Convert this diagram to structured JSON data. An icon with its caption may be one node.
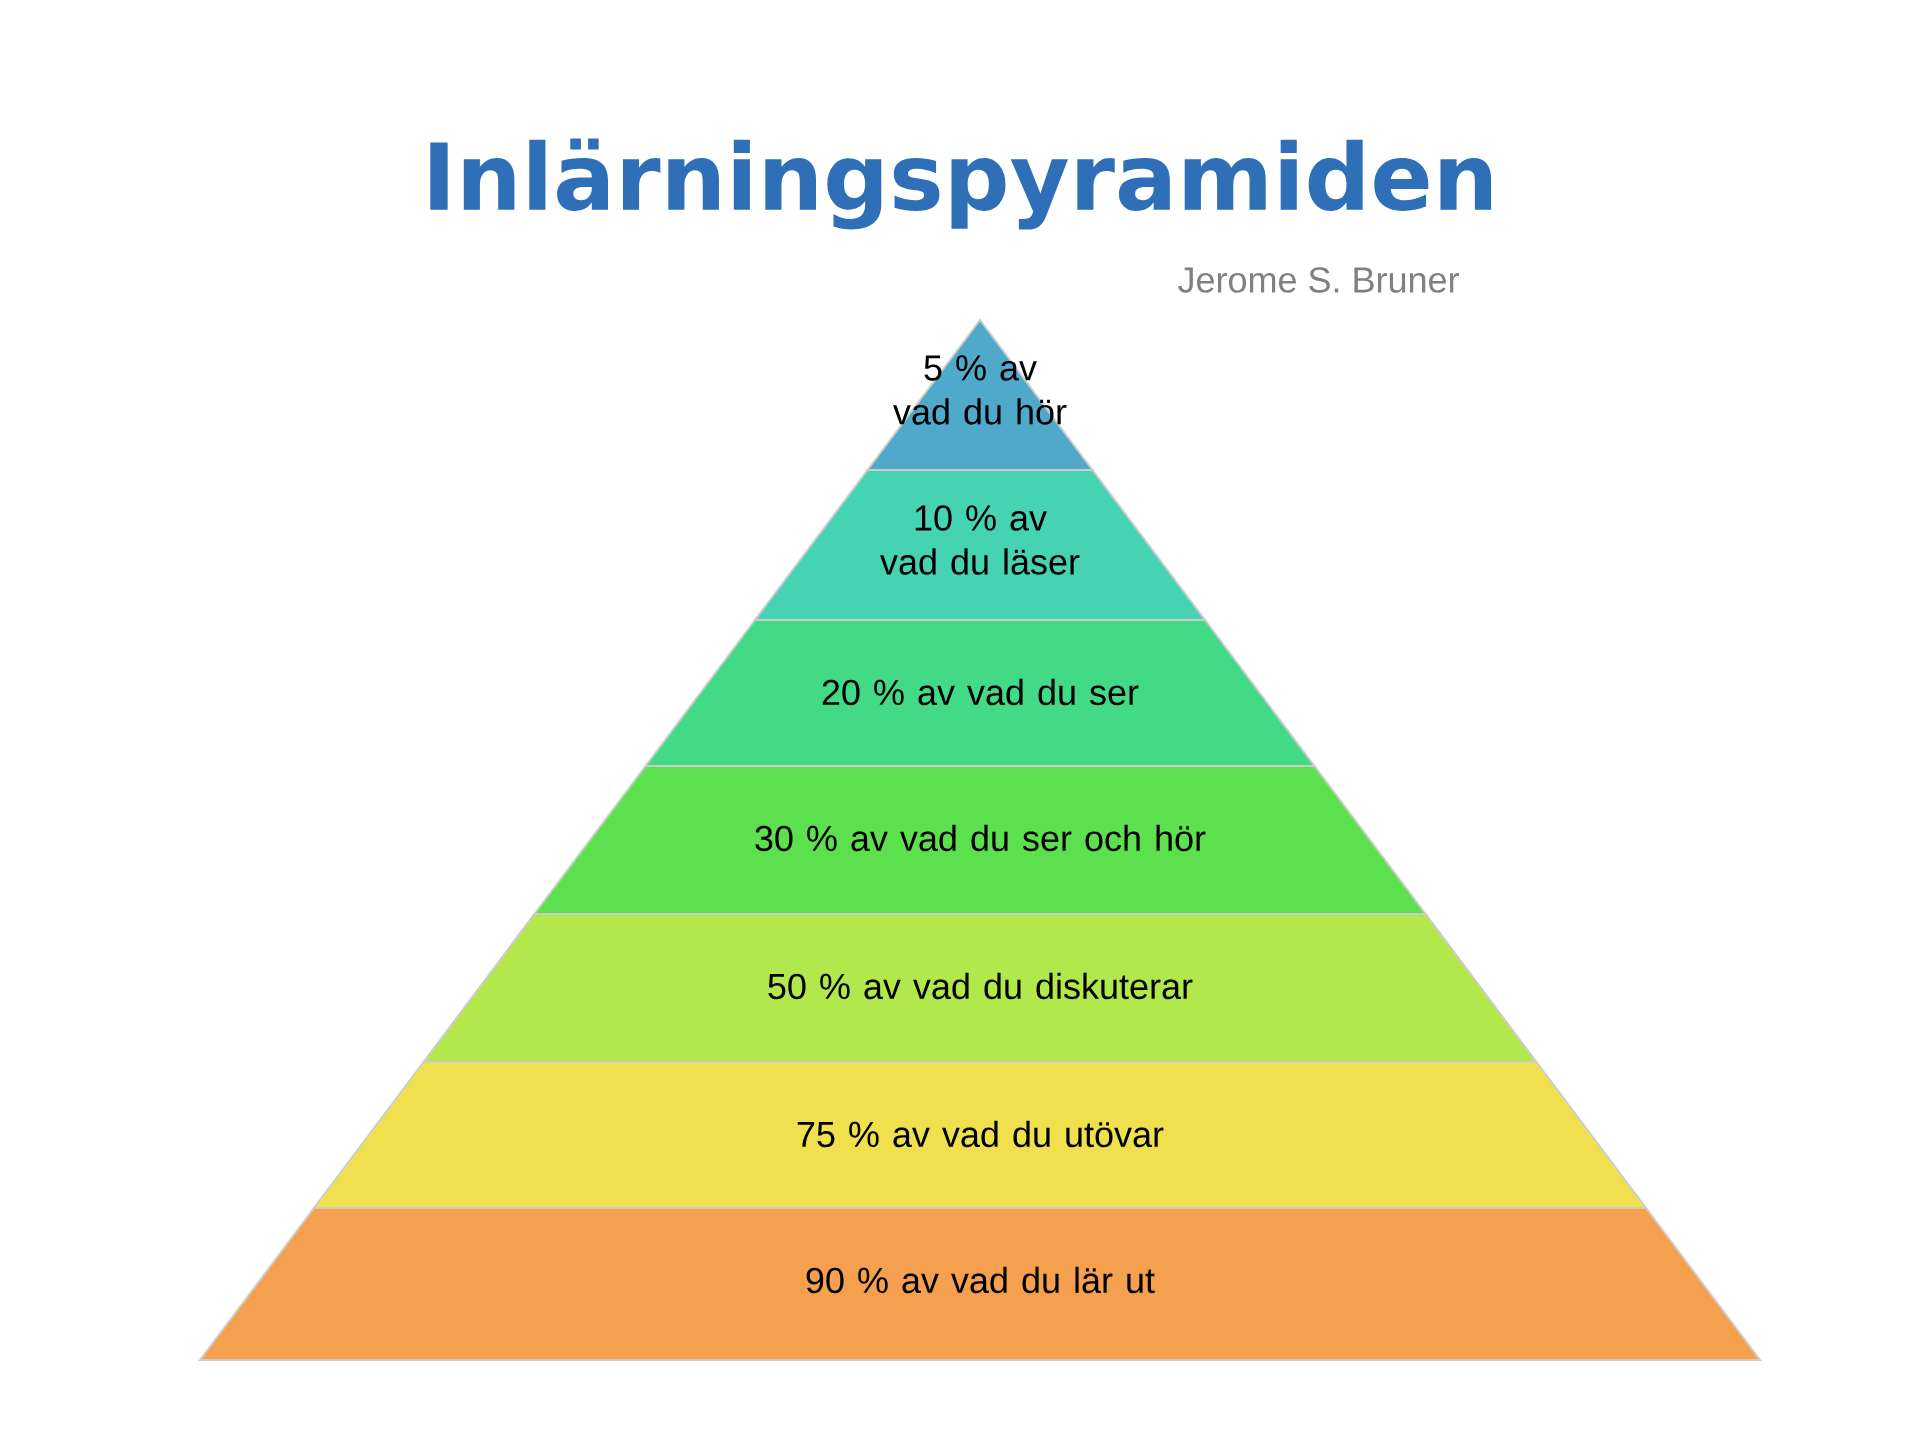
{
  "diagram": {
    "title": "Inlärningspyramiden",
    "nodes": [
      {
        "text": [
          "5 % av vad du hör"
        ]
      },
      {
        "text": [
          "10 % av vad du läser"
        ]
      },
      {
        "text": [
          "20 % av vad du ser"
        ]
      },
      {
        "text": [
          "30 % av vad du ser och hör"
        ]
      },
      {
        "text": [
          "50 % av vad du diskuterar"
        ]
      },
      {
        "text": [
          "75 % av vad du utövar"
        ]
      },
      {
        "text": [
          "90 % av vad du lär ut"
        ]
      }
    ],
    "labels": [
      "Jerome S. Bruner"
    ]
  }
}
